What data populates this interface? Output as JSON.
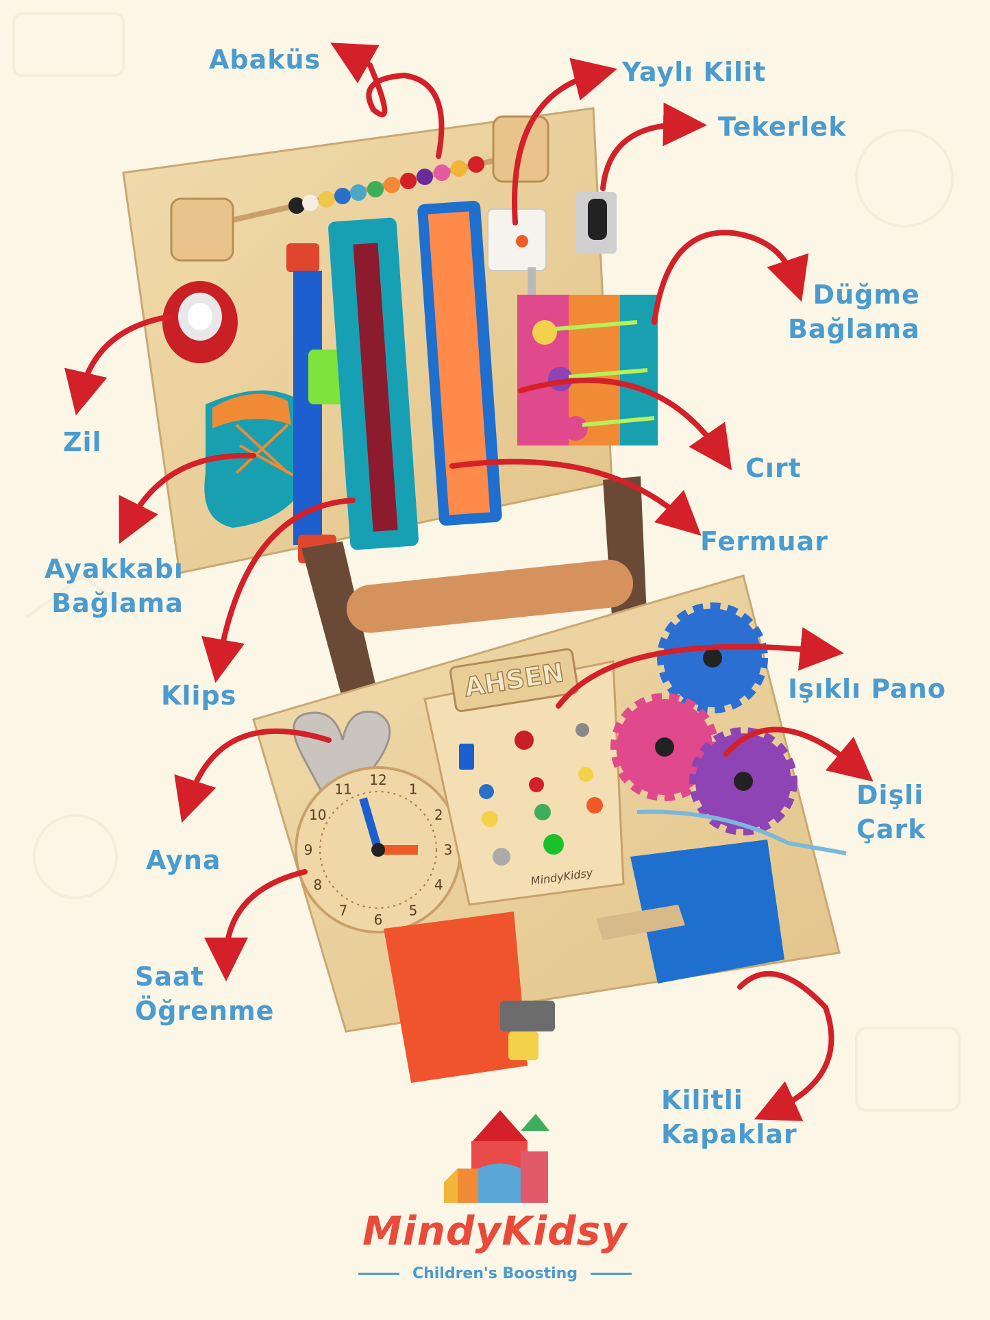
{
  "labels": {
    "abakus": "Abaküs",
    "yayli_kilit": "Yaylı Kilit",
    "tekerlek": "Tekerlek",
    "dugme_1": "Düğme",
    "dugme_2": "Bağlama",
    "zil": "Zil",
    "cirt": "Cırt",
    "fermuar": "Fermuar",
    "ayakkabi_1": "Ayakkabı",
    "ayakkabi_2": "Bağlama",
    "klips": "Klips",
    "isikli_pano": "Işıklı Pano",
    "disli_1": "Dişli",
    "disli_2": "Çark",
    "ayna": "Ayna",
    "saat_1": "Saat",
    "saat_2": "Öğrenme",
    "kilitli_1": "Kilitli",
    "kilitli_2": "Kapaklar"
  },
  "board": {
    "name_plate": "AHSEN",
    "panel_brand": "MindyKidsy",
    "clock_numbers": [
      "12",
      "1",
      "2",
      "3",
      "4",
      "5",
      "6",
      "7",
      "8",
      "9",
      "10",
      "11"
    ]
  },
  "logo": {
    "brand": "MindyKidsy",
    "tagline": "Children's Boosting"
  },
  "colors": {
    "background": "#fbf6e6",
    "label": "#4a9bcf",
    "arrow": "#d42028",
    "wood": "#e9cf98"
  }
}
